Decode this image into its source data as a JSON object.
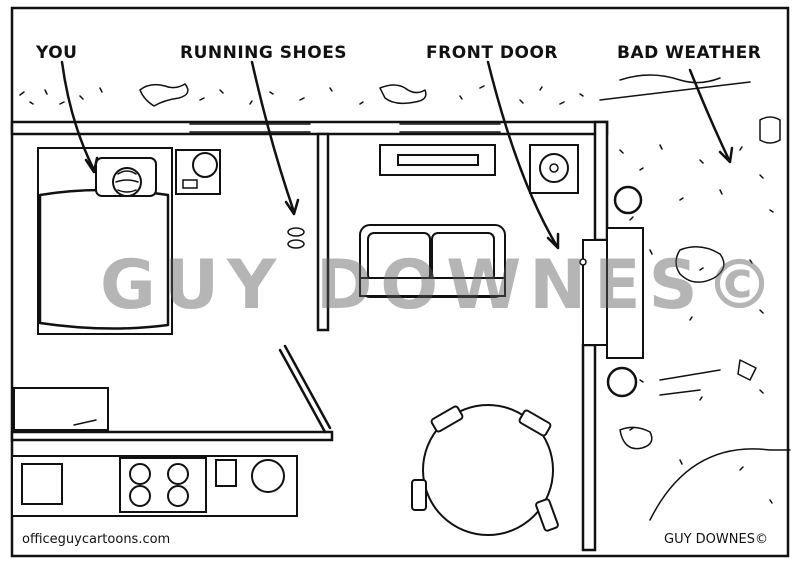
{
  "labels": {
    "you": "YOU",
    "running_shoes": "RUNNING SHOES",
    "front_door": "FRONT DOOR",
    "bad_weather": "BAD WEATHER"
  },
  "credits": {
    "website": "officeguycartoons.com",
    "signature": "GUY DOWNES©"
  },
  "watermark": "GUY DOWNES©",
  "colors": {
    "ink": "#111111",
    "background": "#ffffff",
    "watermark": "#5a5a5a"
  }
}
